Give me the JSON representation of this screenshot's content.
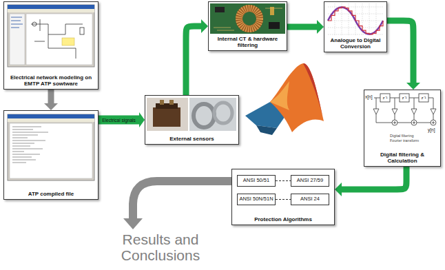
{
  "diagram": {
    "nodes": [
      {
        "text": [
          "Electrical network modeling on EMTP ATP sowtware"
        ]
      },
      {
        "text": [
          "ATP compiled file"
        ]
      },
      {
        "text": [
          "External sensors"
        ]
      },
      {
        "text": [
          "Internal CT & hardware filtering"
        ]
      },
      {
        "text": [
          "Analogue to Digital Conversion"
        ]
      },
      {
        "text": [
          "Digital filtering & Calculation"
        ]
      },
      {
        "text": [
          "Protection Algorithms"
        ]
      },
      {
        "text": [
          "ANSI 50/51"
        ],
        "in": 6
      },
      {
        "text": [
          "ANSI 27/59"
        ],
        "in": 6
      },
      {
        "text": [
          "ANSI 50N/51N"
        ],
        "in": 6
      },
      {
        "text": [
          "ANSI 24"
        ],
        "in": 6
      }
    ],
    "edges": [
      {
        "from": 0,
        "to": 1,
        "arrow": "to"
      },
      {
        "from": 1,
        "to": 2,
        "label": "Electrical signals",
        "arrow": "to"
      },
      {
        "from": 2,
        "to": 3,
        "arrow": "to"
      },
      {
        "from": 3,
        "to": 4,
        "arrow": "to"
      },
      {
        "from": 4,
        "to": 5,
        "arrow": "to"
      },
      {
        "from": 5,
        "to": 6,
        "arrow": "to"
      },
      {
        "from": 7,
        "to": 8,
        "arrow": "none"
      },
      {
        "from": 9,
        "to": 10,
        "arrow": "none"
      }
    ],
    "labels": [
      "x[n]",
      "z⁻¹",
      "z⁻¹",
      "z⁻¹",
      "y[n]",
      "Digital filtering",
      "Fourier transform",
      "Results and Conclusions"
    ]
  }
}
